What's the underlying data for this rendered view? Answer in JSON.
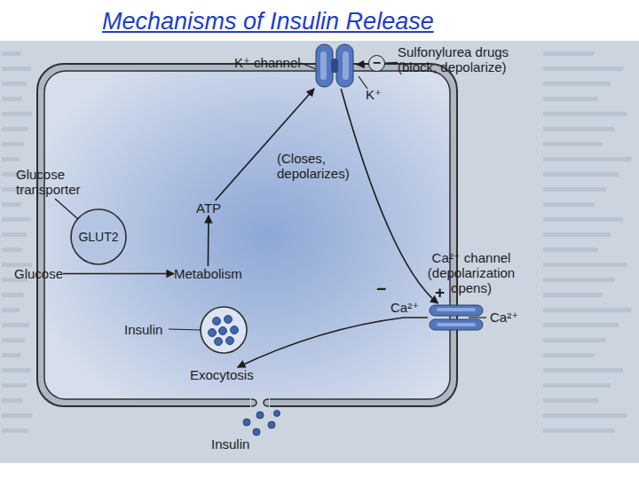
{
  "diagram": {
    "title": "Mechanisms of Insulin Release",
    "nodes": [
      {
        "text": [
          "Glucose"
        ]
      },
      {
        "text": [
          "GLUT2"
        ]
      },
      {
        "text": [
          "Metabolism"
        ]
      },
      {
        "text": [
          "ATP"
        ]
      },
      {
        "text": [
          "K⁺ channel"
        ]
      },
      {
        "text": [
          "Sulfonylurea drugs (block, depolarize)"
        ]
      },
      {
        "text": [
          "Ca²⁺ channel (depolarization opens)"
        ]
      },
      {
        "text": [
          "Insulin"
        ]
      },
      {
        "text": [
          "Exocytosis"
        ]
      },
      {
        "text": [
          "Insulin"
        ]
      }
    ],
    "edges": [
      {
        "from": 0,
        "to": 2,
        "arrow": "to"
      },
      {
        "from": 2,
        "to": 3,
        "arrow": "to"
      },
      {
        "from": 3,
        "to": 4,
        "arrow": "to"
      },
      {
        "from": 5,
        "to": 4,
        "arrow": "to",
        "label": "−"
      },
      {
        "from": 4,
        "to": 6,
        "arrow": "to"
      },
      {
        "from": 6,
        "to": 8,
        "arrow": "to"
      }
    ],
    "labels": [
      "Glucose transporter",
      "K⁺",
      "(Closes, depolarizes)",
      "−",
      "+",
      "Ca²⁺",
      "Ca²⁺"
    ]
  }
}
